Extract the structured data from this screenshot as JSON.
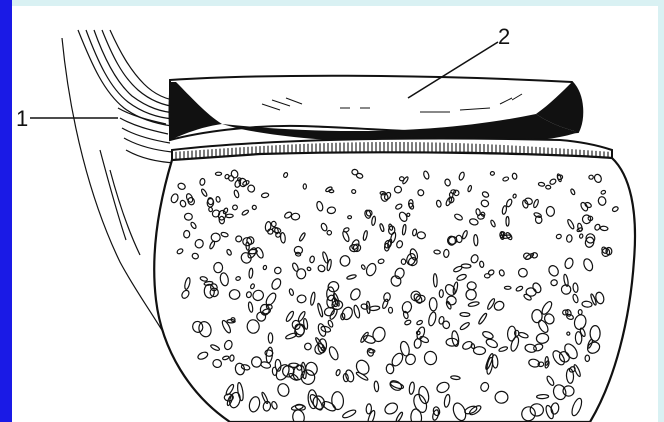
{
  "figure": {
    "labels": [
      {
        "id": "1",
        "text": "1"
      },
      {
        "id": "2",
        "text": "2"
      }
    ],
    "colors": {
      "frame_left": "#1a1ae6",
      "frame_edge": "#d9f1f3",
      "ink": "#111111",
      "paper": "#ffffff"
    }
  }
}
